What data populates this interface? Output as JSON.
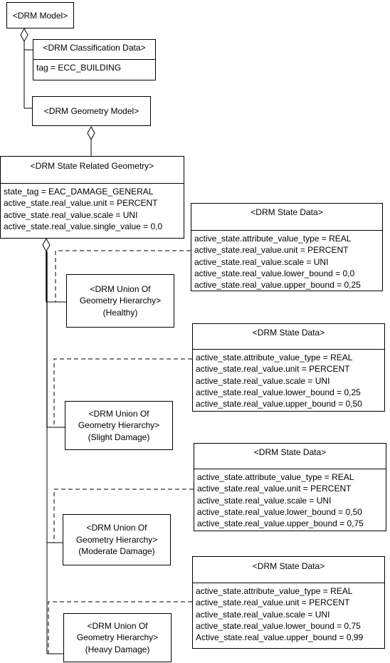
{
  "model": {
    "label": "<DRM Model>"
  },
  "classification": {
    "title": "<DRM Classification Data>",
    "attrs": [
      "tag = ECC_BUILDING"
    ]
  },
  "geometry_model": {
    "label": "<DRM Geometry Model>"
  },
  "state_related": {
    "title": "<DRM State Related Geometry>",
    "attrs": [
      "state_tag = EAC_DAMAGE_GENERAL",
      "active_state.real_value.unit = PERCENT",
      "active_state.real_value.scale = UNI",
      "active_state.real_value.single_value = 0,0"
    ]
  },
  "states": [
    {
      "data_title": "<DRM State Data>",
      "attrs": [
        "active_state.attribute_value_type  = REAL",
        "active_state.real_value.unit = PERCENT",
        "active_state.real_value.scale = UNI",
        "active_state.real_value.lower_bound = 0,0",
        "active_state.real_value.upper_bound = 0,25"
      ],
      "union_lines": [
        "<DRM Union Of",
        "Geometry Hierarchy>",
        "(Healthy)"
      ]
    },
    {
      "data_title": "<DRM State Data>",
      "attrs": [
        "active_state.attribute_value_type  = REAL",
        "active_state.real_value.unit = PERCENT",
        "active_state.real_value.scale = UNI",
        "active_state.real_value.lower_bound = 0,25",
        "active_state.real_value.upper_bound = 0,50"
      ],
      "union_lines": [
        "<DRM Union Of",
        "Geometry Hierarchy>",
        "(Slight Damage)"
      ]
    },
    {
      "data_title": "<DRM State Data>",
      "attrs": [
        "active_state.attribute_value_type  = REAL",
        "active_state.real_value.unit = PERCENT",
        "active_state.real_value.scale = UNI",
        "active_state.real_value.lower_bound = 0,50",
        "active_state.real_value.upper_bound = 0,75"
      ],
      "union_lines": [
        "<DRM Union Of",
        "Geometry Hierarchy>",
        "(Moderate Damage)"
      ]
    },
    {
      "data_title": "<DRM State Data>",
      "attrs": [
        "active_state.attribute_value_type  = REAL",
        "active_state.real_value.unit = PERCENT",
        "active_state.real_value.scale = UNI",
        "active_state.real_value.lower_bound = 0,75",
        "Active_state.real_value.upper_bound = 0,99"
      ],
      "union_lines": [
        "<DRM Union Of",
        "Geometry Hierarchy>",
        "(Heavy Damage)"
      ]
    }
  ]
}
